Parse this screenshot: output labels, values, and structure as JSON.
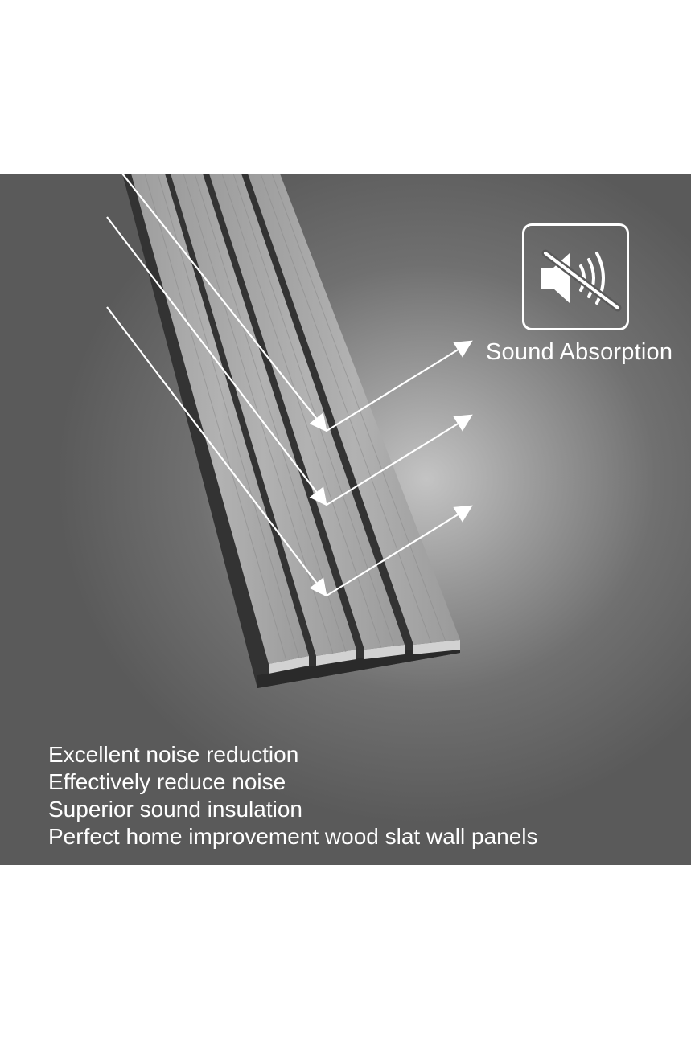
{
  "badge": {
    "icon": "sound-muted-icon",
    "label": "Sound Absorption"
  },
  "features": [
    "Excellent noise reduction",
    "Effectively reduce noise",
    "Superior sound insulation",
    "Perfect home improvement wood slat wall panels"
  ],
  "colors": {
    "text": "#ffffff",
    "background_dark": "#5a5a5a",
    "background_light": "#c4c4c4",
    "slat": "#a8a8a8",
    "felt_backing": "#333333"
  }
}
